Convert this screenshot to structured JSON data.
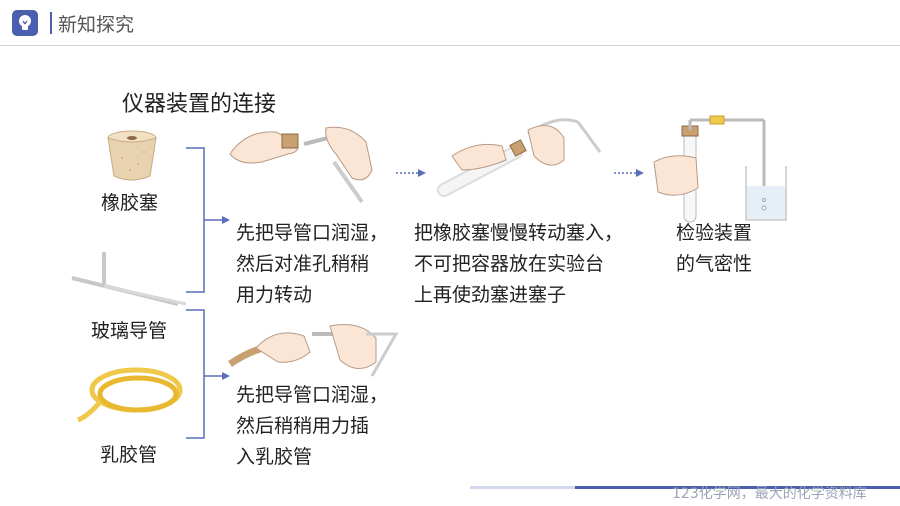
{
  "header": {
    "title": "新知探究",
    "icon": "lightbulb-icon",
    "accent": "#4a5fae"
  },
  "section_title": "仪器装置的连接",
  "items": {
    "stopper": "橡胶塞",
    "glass_tube": "玻璃导管",
    "rubber_tube": "乳胶管"
  },
  "steps": {
    "step1": [
      "先把导管口润湿，",
      "然后对准孔稍稍",
      "用力转动"
    ],
    "step2": [
      "把橡胶塞慢慢转动塞入，",
      "不可把容器放在实验台",
      "上再使劲塞进塞子"
    ],
    "step3": [
      "检验装置",
      "的气密性"
    ],
    "step4": [
      "先把导管口润湿，",
      "然后稍稍用力插",
      "入乳胶管"
    ]
  },
  "footer": {
    "watermark": "123化学网，最大的化学资料库"
  },
  "colors": {
    "accent": "#4a5fae",
    "bracket": "#5a6fb8",
    "stopper": "#e8d2b0",
    "rubber_tube": "#f0c84a"
  }
}
